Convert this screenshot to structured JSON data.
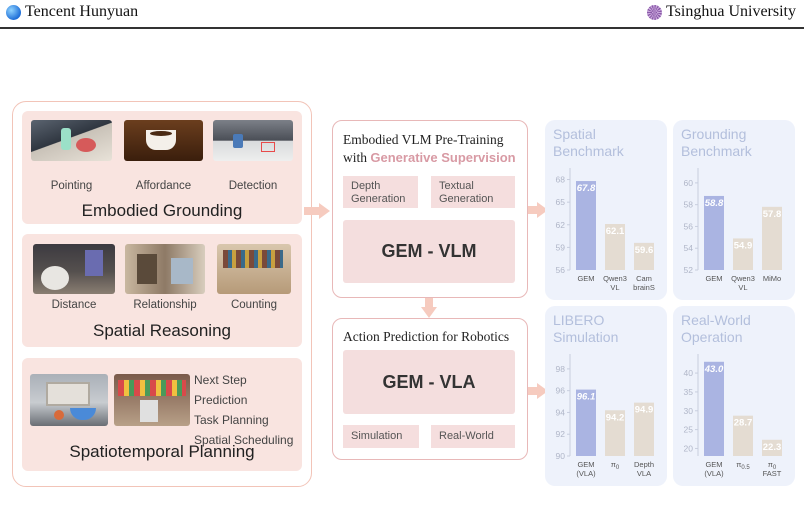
{
  "header": {
    "left_label": "Tencent Hunyuan",
    "right_label": "Tsinghua University"
  },
  "grounding": {
    "title": "Embodied Grounding",
    "items": [
      "Pointing",
      "Affordance",
      "Detection"
    ]
  },
  "spatial": {
    "title": "Spatial Reasoning",
    "items": [
      "Distance",
      "Relationship",
      "Counting"
    ]
  },
  "planning": {
    "title": "Spatiotemporal Planning",
    "items": [
      "Next Step Prediction",
      "Task Planning",
      "Spatial Scheduling"
    ]
  },
  "pretrain": {
    "title_line1": "Embodied VLM Pre-Training",
    "title_prefix": "with ",
    "title_highlight": "Generative Supervision",
    "pill1_line1": "Depth",
    "pill1_line2": "Generation",
    "pill2_line1": "Textual",
    "pill2_line2": "Generation",
    "model": "GEM - VLM"
  },
  "action": {
    "title": "Action Prediction for Robotics",
    "model": "GEM - VLA",
    "pill1": "Simulation",
    "pill2": "Real-World"
  },
  "colors": {
    "gem_bar": "#aab4e2",
    "baseline_bar": "#e4dcd2",
    "bar_label": "#ffffff",
    "axis_text": "#b0b6c8",
    "panel_bg": "#eef2fb",
    "accent": "#d89aa4",
    "soft_pink": "#f9e4e0"
  },
  "chart_data": [
    {
      "type": "bar",
      "title": "Spatial\nBenchmark",
      "categories": [
        [
          "GEM"
        ],
        [
          "Qwen3",
          "VL"
        ],
        [
          "Cam",
          "brainS"
        ]
      ],
      "values": [
        67.8,
        62.1,
        59.6
      ],
      "ylim": [
        56,
        69
      ],
      "yticks": [
        56,
        59,
        62,
        65,
        68
      ],
      "grid": false
    },
    {
      "type": "bar",
      "title": "Grounding\nBenchmark",
      "categories": [
        [
          "GEM"
        ],
        [
          "Qwen3",
          "VL"
        ],
        [
          "MiMo"
        ]
      ],
      "values": [
        58.8,
        54.9,
        57.8
      ],
      "ylim": [
        52,
        61
      ],
      "yticks": [
        52,
        54,
        56,
        58,
        60
      ],
      "grid": false
    },
    {
      "type": "bar",
      "title": "LIBERO\nSimulation",
      "categories": [
        [
          "GEM",
          "(VLA)"
        ],
        [
          "π0"
        ],
        [
          "Depth",
          "VLA"
        ]
      ],
      "values": [
        96.1,
        94.2,
        94.9
      ],
      "ylim": [
        90,
        99
      ],
      "yticks": [
        90,
        92,
        94,
        96,
        98
      ],
      "grid": false
    },
    {
      "type": "bar",
      "title": "Real-World\nOperation",
      "categories": [
        [
          "GEM",
          "(VLA)"
        ],
        [
          "π0.5"
        ],
        [
          "π0",
          "FAST"
        ]
      ],
      "values": [
        43.0,
        28.7,
        22.3
      ],
      "ylim": [
        18,
        44
      ],
      "yticks": [
        20,
        25,
        30,
        35,
        40
      ],
      "grid": false
    }
  ]
}
